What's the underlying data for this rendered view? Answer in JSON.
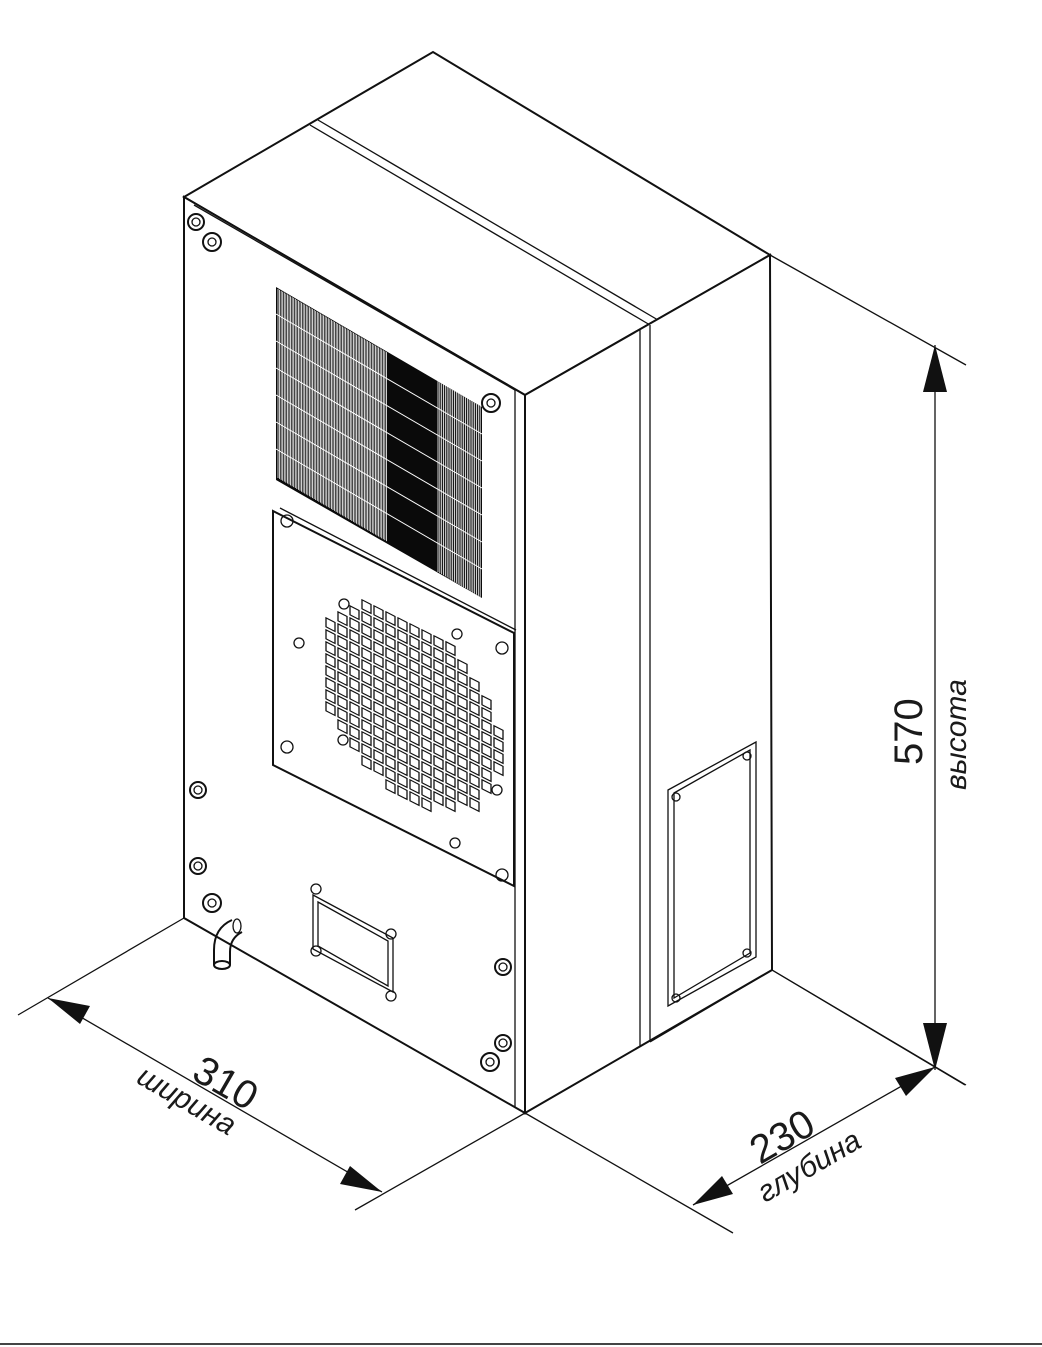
{
  "dimensions": {
    "width": {
      "value": "310",
      "label": "ширина"
    },
    "depth": {
      "value": "230",
      "label": "глубина"
    },
    "height": {
      "value": "570",
      "label": "высота"
    }
  },
  "colors": {
    "line": "#111111",
    "background": "#ffffff",
    "grille": "#000000"
  }
}
